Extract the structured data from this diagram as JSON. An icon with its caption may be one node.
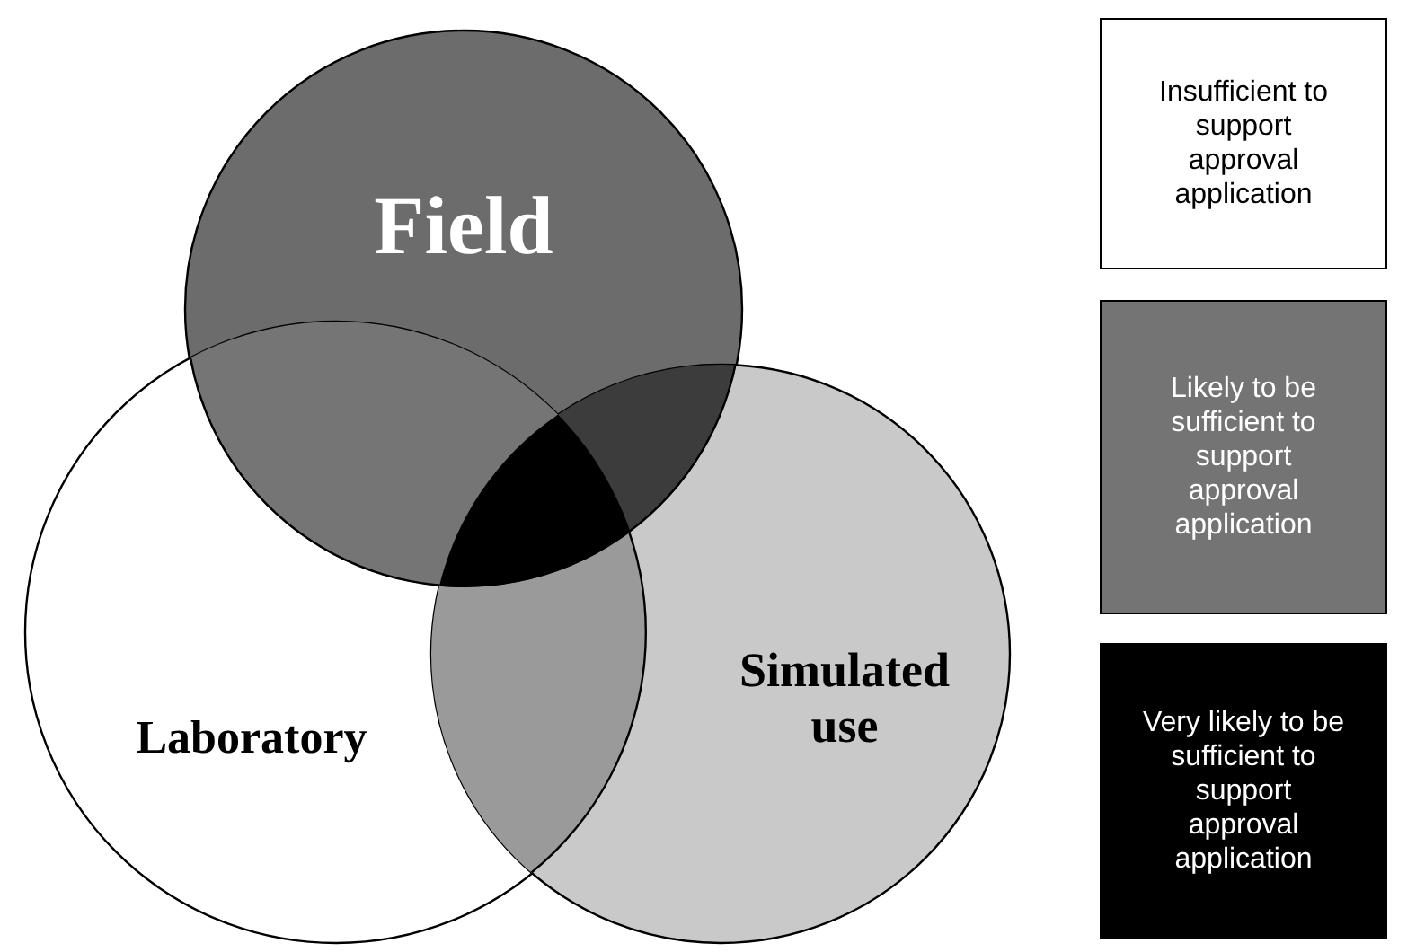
{
  "diagram": {
    "nodes": [
      {
        "text": [
          "Field"
        ]
      },
      {
        "text": [
          "Laboratory"
        ]
      },
      {
        "text": [
          "Simulated use"
        ]
      }
    ],
    "legend": [
      {
        "text": "Insufficient to support approval application",
        "color": "#ffffff"
      },
      {
        "text": "Likely to be sufficient to support approval application",
        "color": "#747474"
      },
      {
        "text": "Very likely to be sufficient to support approval application",
        "color": "#000000"
      }
    ]
  }
}
